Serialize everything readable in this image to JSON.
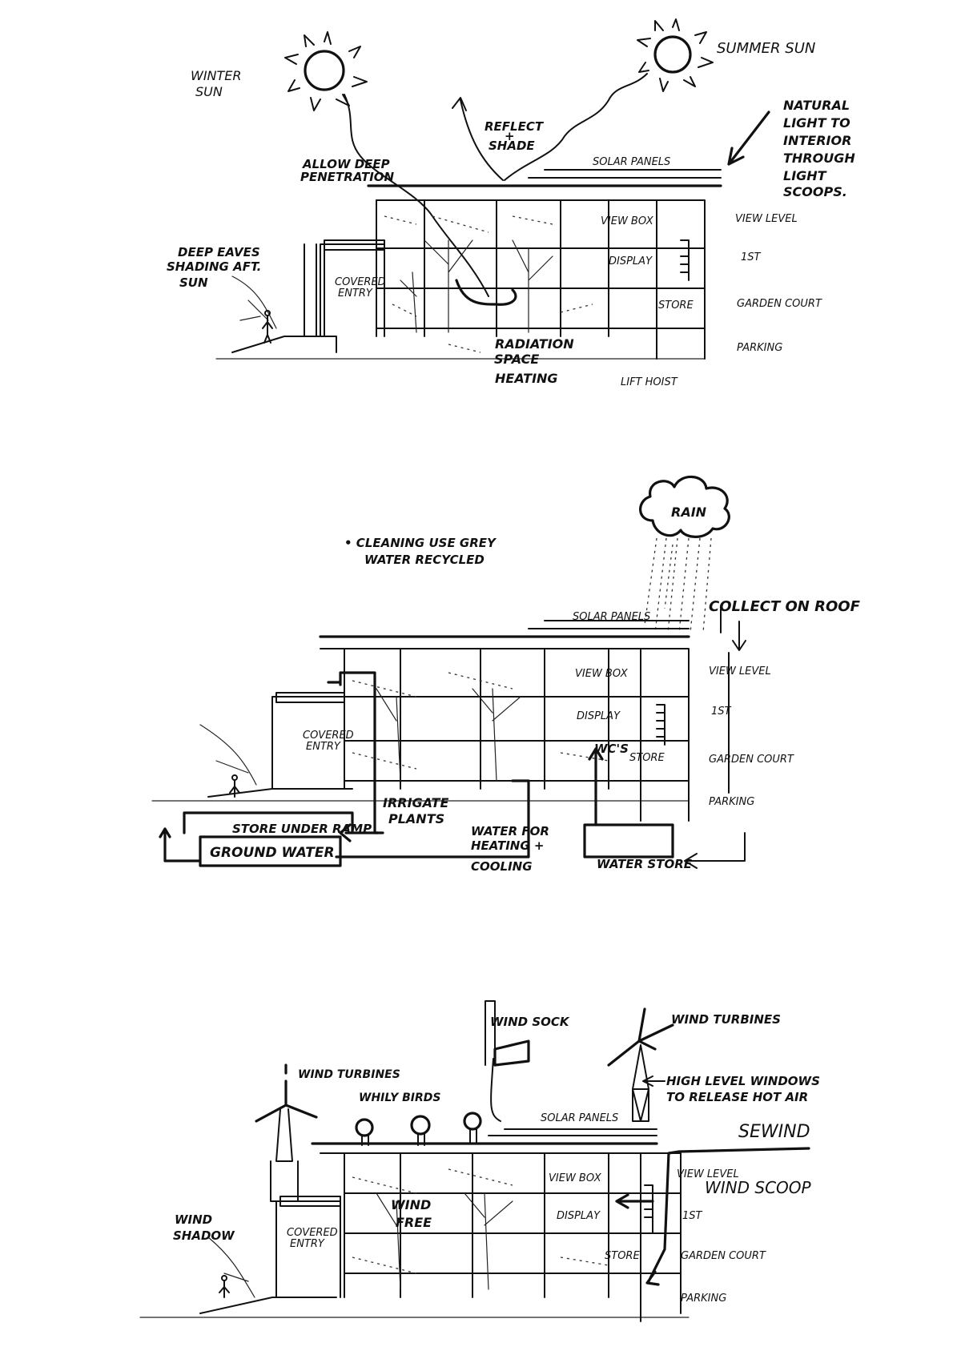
{
  "section1": {
    "winter_sun": [
      "WINTER",
      "SUN"
    ],
    "summer_sun": "SUMMER SUN",
    "reflect_shade": [
      "REFLECT",
      "+",
      "SHADE"
    ],
    "natural_light": [
      "NATURAL",
      "LIGHT TO",
      "INTERIOR",
      "THROUGH",
      "LIGHT",
      "SCOOPS."
    ],
    "allow_deep": [
      "ALLOW DEEP",
      "PENETRATION"
    ],
    "solar_panels": "SOLAR PANELS",
    "view_box": "VIEW BOX",
    "display": "DISPLAY",
    "store": "STORE",
    "view_level": "VIEW LEVEL",
    "first": "1ST",
    "garden_court": "GARDEN COURT",
    "parking": "PARKING",
    "deep_eaves": [
      "DEEP EAVES",
      "SHADING AFT.",
      "SUN"
    ],
    "covered_entry": [
      "COVERED",
      "ENTRY"
    ],
    "radiation": [
      "RADIATION",
      "SPACE",
      "HEATING"
    ],
    "lift_hoist": "LIFT HOIST"
  },
  "section2": {
    "rain": "RAIN",
    "cleaning": [
      "• CLEANING USE GREY",
      "WATER RECYCLED"
    ],
    "solar_panels": "SOLAR PANELS",
    "collect_on_roof": "COLLECT ON ROOF",
    "view_box": "VIEW BOX",
    "display": "DISPLAY",
    "view_level": "VIEW LEVEL",
    "first": "1ST",
    "wcs": "WC'S",
    "store": "STORE",
    "garden_court": "GARDEN COURT",
    "parking": "PARKING",
    "covered_entry": [
      "COVERED",
      "ENTRY"
    ],
    "irrigate": [
      "IRRIGATE",
      "PLANTS"
    ],
    "store_under_ramp": "STORE UNDER RAMP",
    "ground_water": "GROUND WATER",
    "water_heating": [
      "WATER FOR",
      "HEATING +",
      "COOLING"
    ],
    "water_store": "WATER STORE"
  },
  "section3": {
    "wind_sock": "WIND SOCK",
    "wind_turbines_right": "WIND TURBINES",
    "wind_turbines_left": "WIND TURBINES",
    "whily_birds": "WHILY BIRDS",
    "high_level": [
      "HIGH LEVEL WINDOWS",
      "TO RELEASE HOT AIR"
    ],
    "se_wind": "SEWIND",
    "solar_panels": "SOLAR PANELS",
    "view_box": "VIEW BOX",
    "view_level": "VIEW LEVEL",
    "wind_scoop": "WIND SCOOP",
    "wind_free": [
      "WIND",
      "FREE"
    ],
    "display": "DISPLAY",
    "first": "1ST",
    "wind_shadow": [
      "WIND",
      "SHADOW"
    ],
    "covered_entry": [
      "COVERED",
      "ENTRY"
    ],
    "store": "STORE",
    "garden_court": "GARDEN COURT",
    "parking": "PARKING"
  }
}
